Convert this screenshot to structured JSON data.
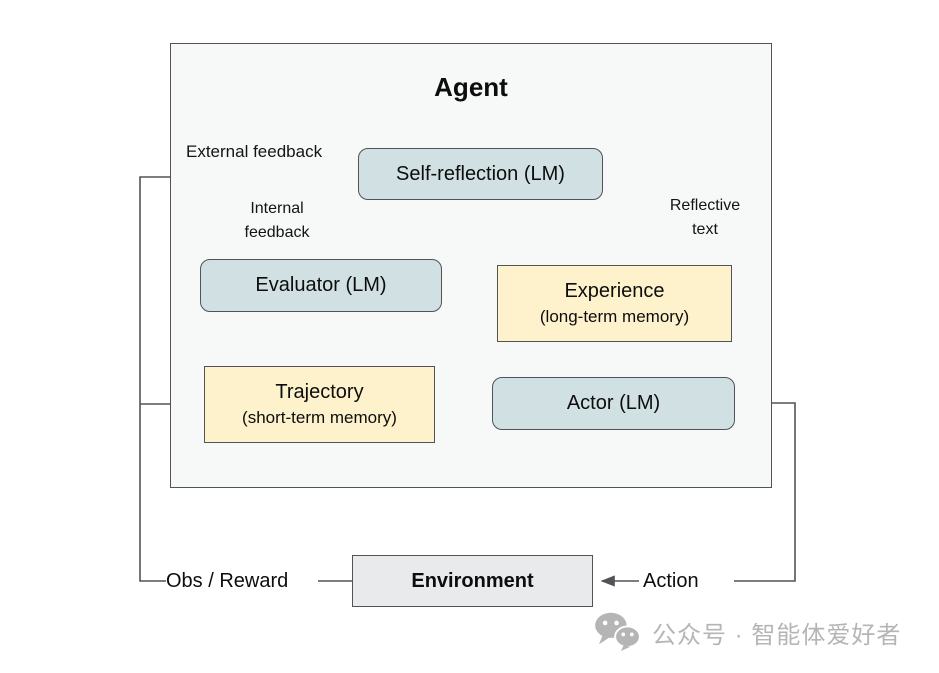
{
  "title": "Agent",
  "boxes": {
    "self_reflection": {
      "label": "Self-reflection (LM)"
    },
    "evaluator": {
      "label": "Evaluator (LM)"
    },
    "experience": {
      "title": "Experience",
      "subtitle": "(long-term memory)"
    },
    "trajectory": {
      "title": "Trajectory",
      "subtitle": "(short-term memory)"
    },
    "actor": {
      "label": "Actor (LM)"
    },
    "environment": {
      "label": "Environment"
    }
  },
  "labels": {
    "external_feedback": "External feedback",
    "internal_feedback": [
      "Internal",
      "feedback"
    ],
    "reflective_text": [
      "Reflective",
      "text"
    ],
    "obs_reward": "Obs / Reward",
    "action": "Action"
  },
  "watermark": {
    "icon": "wechat-icon",
    "text": "公众号 · 智能体爱好者"
  },
  "colors": {
    "node_blue": "#d0e0e3",
    "node_yellow": "#fdf2cc",
    "node_gray": "#e9eaeb",
    "container_bg": "#f7f8f8",
    "border": "#515357",
    "line": "#515357",
    "watermark": "#b5b5b6"
  }
}
